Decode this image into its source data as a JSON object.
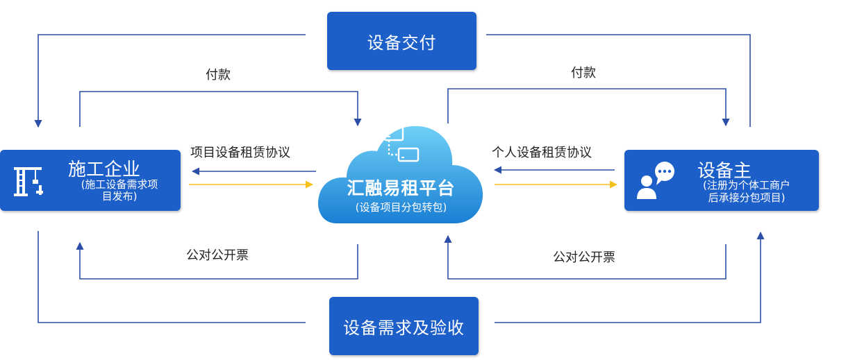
{
  "top_box": {
    "label": "设备交付"
  },
  "bottom_box": {
    "label": "设备需求及验收"
  },
  "left_entity": {
    "title": "施工企业",
    "subtitle_line1": "(施工设备需求项",
    "subtitle_line2": "目发布)"
  },
  "right_entity": {
    "title": "设备主",
    "subtitle_line1": "(注册为个体工商户",
    "subtitle_line2": "后承接分包项目)"
  },
  "platform": {
    "title": "汇融易租平台",
    "subtitle": "(设备项目分包转包)"
  },
  "labels": {
    "payment_left": "付款",
    "payment_right": "付款",
    "agreement_left": "项目设备租赁协议",
    "agreement_right": "个人设备租赁协议",
    "invoice_left": "公对公开票",
    "invoice_right": "公对公开票"
  },
  "colors": {
    "box_blue": "#1d5fc9",
    "arrow_blue": "#2b4fa8",
    "arrow_yellow": "#f5c21b",
    "cloud_light": "#5fc6f2",
    "cloud_dark": "#1b86d8"
  },
  "icons": {
    "left_entity": "crane-icon",
    "right_entity": "user-chat-icon",
    "platform": "network-devices-icon"
  }
}
